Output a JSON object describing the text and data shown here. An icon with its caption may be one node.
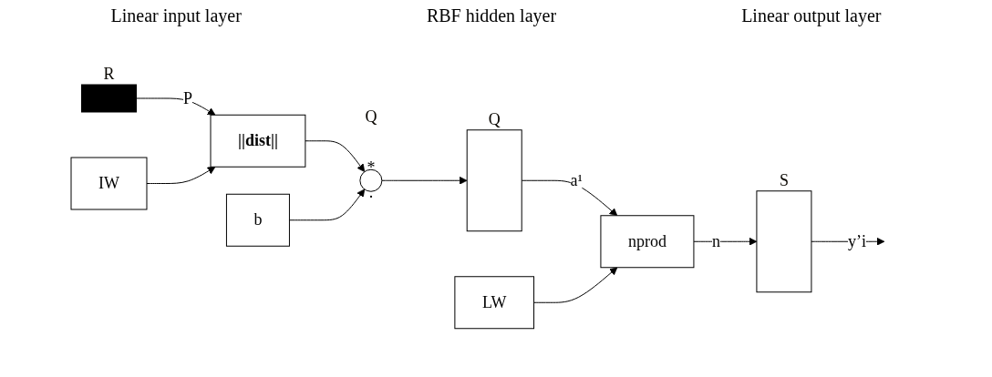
{
  "diagram": {
    "nodes": [
      {
        "text": [],
        "shape": "bar",
        "beside": [
          "R"
        ]
      },
      {
        "text": [
          "IW"
        ]
      },
      {
        "text": [
          "||dist||"
        ]
      },
      {
        "text": [
          "b"
        ]
      },
      {
        "text": [
          "*",
          "."
        ],
        "beside": [
          "Q"
        ]
      },
      {
        "text": [],
        "shape": "box",
        "beside": [
          "Q"
        ]
      },
      {
        "text": [
          "LW"
        ]
      },
      {
        "text": [
          "nprod"
        ]
      },
      {
        "text": [],
        "shape": "box",
        "beside": [
          "S"
        ]
      }
    ],
    "edges": [
      {
        "from": 0,
        "to": 2,
        "arrow": "to",
        "label": "P"
      },
      {
        "from": 1,
        "to": 2,
        "arrow": "to"
      },
      {
        "from": 2,
        "to": 4,
        "arrow": "to"
      },
      {
        "from": 3,
        "to": 4,
        "arrow": "to"
      },
      {
        "from": 4,
        "to": 5,
        "arrow": "to"
      },
      {
        "from": 5,
        "to": 7,
        "arrow": "to",
        "label": "a¹"
      },
      {
        "from": 6,
        "to": 7,
        "arrow": "to"
      },
      {
        "from": 7,
        "to": 8,
        "arrow": "to",
        "label": "n"
      },
      {
        "from": 8,
        "to": null,
        "arrow": "to",
        "label": "y’i"
      }
    ],
    "labels": [
      "Linear input layer",
      "RBF hidden layer",
      "Linear output layer"
    ]
  }
}
